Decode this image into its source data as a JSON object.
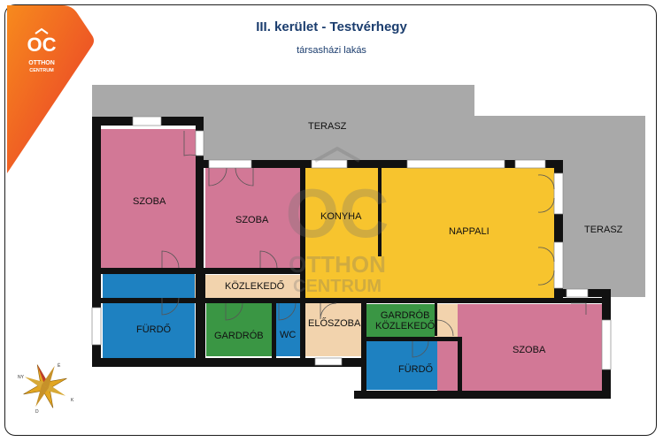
{
  "header": {
    "title": "III. kerület - Testvérhegy",
    "subtitle": "társasházi lakás"
  },
  "brand": {
    "logo_mark": "OC",
    "logo_line1": "OTTHON",
    "logo_line2": "CENTRUM",
    "watermark_mark": "OC",
    "watermark_line1": "OTTHON",
    "watermark_line2": "CENTRUM",
    "accent_color": "#f04e23"
  },
  "rooms": {
    "terasz_top": "TERASZ",
    "terasz_right": "TERASZ",
    "szoba_left": "SZOBA",
    "szoba_mid": "SZOBA",
    "konyha": "KONYHA",
    "nappali": "NAPPALI",
    "kozlekedo": "KÖZLEKEDŐ",
    "furdo_left": "FÜRDŐ",
    "gardrob": "GARDRÓB",
    "wc": "WC",
    "eloszoba": "ELŐSZOBA",
    "gardrob_kozlekedo_1": "GARDRÓB",
    "gardrob_kozlekedo_2": "KÖZLEKEDŐ",
    "szoba_right": "SZOBA",
    "furdo_right": "FÜRDŐ"
  },
  "colors": {
    "terrace": "#a9a9a9",
    "bedroom": "#d27896",
    "living": "#f7c42e",
    "hall": "#f2d3ad",
    "bath": "#1e81c1",
    "storage": "#3a9644",
    "wall": "#111111"
  },
  "compass": {
    "n": "É",
    "e": "K",
    "s": "D",
    "w": "NY",
    "icon": "compass-rose-icon"
  }
}
